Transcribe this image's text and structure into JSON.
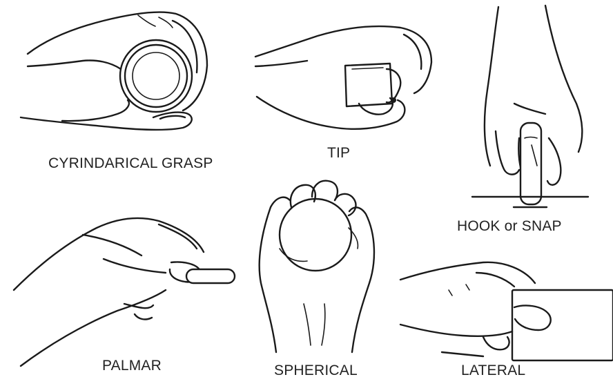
{
  "labels": {
    "cylindrical": "CYRINDARICAL GRASP",
    "tip": "TIP",
    "hook": "HOOK or SNAP",
    "palmar": "PALMAR",
    "spherical": "SPHERICAL",
    "lateral": "LATERAL"
  }
}
